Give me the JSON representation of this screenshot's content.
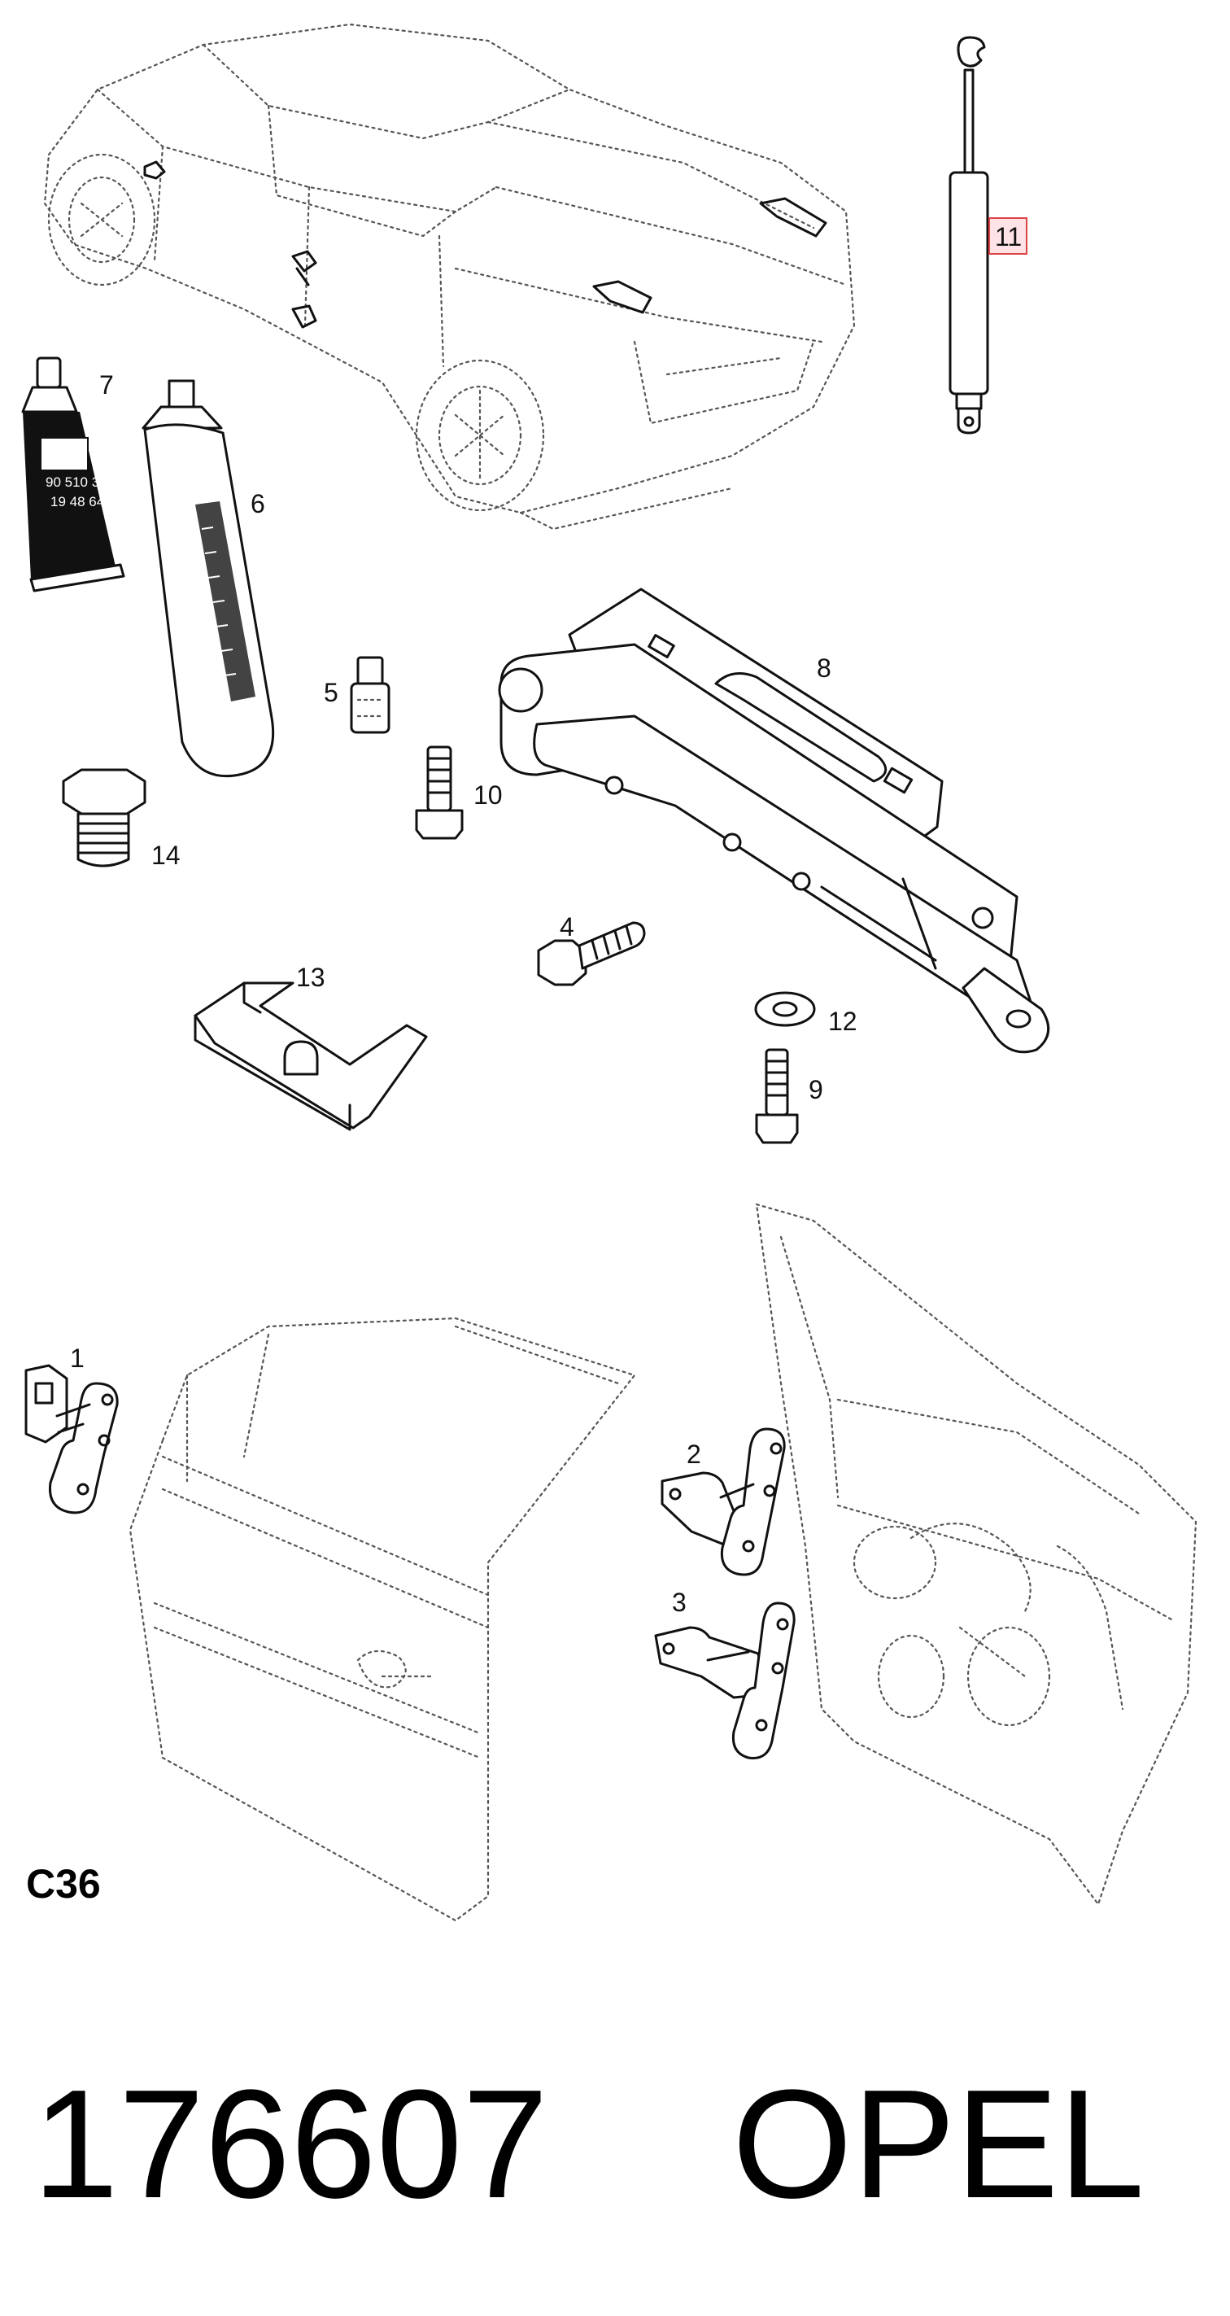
{
  "diagram": {
    "reference": "C36",
    "part_number": "176607",
    "brand": "OPEL",
    "highlighted_callout": "11",
    "callouts": {
      "c1": "1",
      "c2": "2",
      "c3": "3",
      "c4": "4",
      "c5": "5",
      "c6": "6",
      "c7": "7",
      "c8": "8",
      "c9": "9",
      "c10": "10",
      "c11": "11",
      "c12": "12",
      "c13": "13",
      "c14": "14"
    },
    "tube_small_text": [
      "90 510 3..",
      "19 48 64.."
    ],
    "highlight_color": "#d44444"
  }
}
